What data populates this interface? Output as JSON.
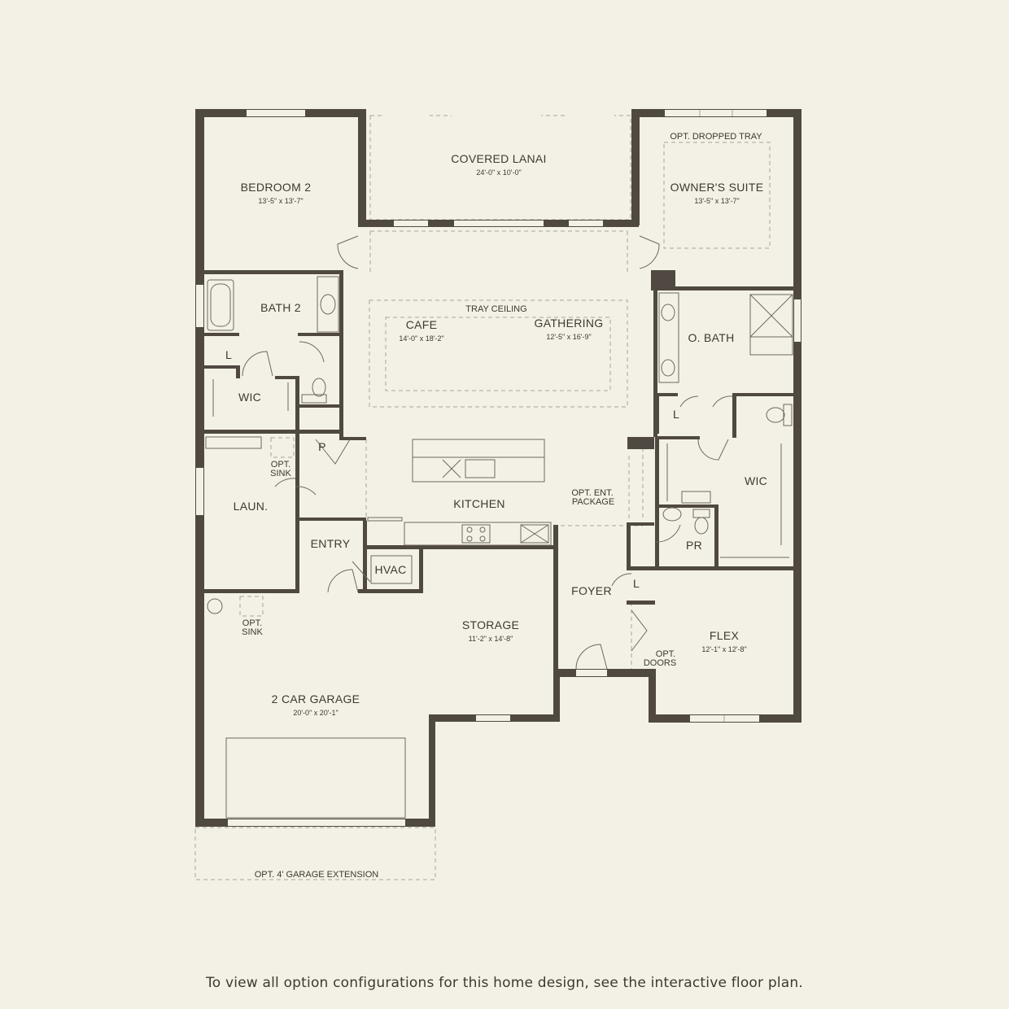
{
  "rooms": {
    "covered_lanai": {
      "name": "COVERED LANAI",
      "dims": "24'-0\" x 10'-0\""
    },
    "bedroom_2": {
      "name": "BEDROOM 2",
      "dims": "13'-5\" x 13'-7\""
    },
    "owners_suite": {
      "name": "OWNER'S SUITE",
      "dims": "13'-5\" x 13'-7\"",
      "note": "OPT. DROPPED TRAY"
    },
    "bath_2": {
      "name": "BATH 2"
    },
    "linen_1": {
      "name": "L"
    },
    "wic_1": {
      "name": "WIC"
    },
    "cafe": {
      "name": "CAFE",
      "dims": "14'-0\" x 18'-2\""
    },
    "gathering": {
      "name": "GATHERING",
      "dims": "12'-5\" x 16'-9\""
    },
    "tray_ceiling": {
      "name": "TRAY CEILING"
    },
    "o_bath": {
      "name": "O. BATH"
    },
    "linen_2": {
      "name": "L"
    },
    "wic_2": {
      "name": "WIC"
    },
    "pantry": {
      "name": "P"
    },
    "opt_sink_laundry": {
      "line1": "OPT.",
      "line2": "SINK"
    },
    "laundry": {
      "name": "LAUN."
    },
    "kitchen": {
      "name": "KITCHEN"
    },
    "opt_ent_package": {
      "line1": "OPT. ENT.",
      "line2": "PACKAGE"
    },
    "entry": {
      "name": "ENTRY"
    },
    "hvac": {
      "name": "HVAC"
    },
    "pr": {
      "name": "PR"
    },
    "foyer": {
      "name": "FOYER"
    },
    "linen_3": {
      "name": "L"
    },
    "opt_sink_garage": {
      "line1": "OPT.",
      "line2": "SINK"
    },
    "storage": {
      "name": "STORAGE",
      "dims": "11'-2\" x 14'-8\""
    },
    "flex": {
      "name": "FLEX",
      "dims": "12'-1\" x 12'-8\""
    },
    "opt_doors": {
      "line1": "OPT.",
      "line2": "DOORS"
    },
    "garage": {
      "name": "2 CAR GARAGE",
      "dims": "20'-0\" x 20'-1\""
    },
    "garage_extension": {
      "name": "OPT. 4' GARAGE EXTENSION"
    }
  },
  "footer": {
    "note": "To view all option configurations for this home design, see the interactive floor plan."
  },
  "colors": {
    "background": "#f3f1e6",
    "wall": "#4f4942",
    "text": "#3d3832",
    "dashed": "#a9a398"
  }
}
